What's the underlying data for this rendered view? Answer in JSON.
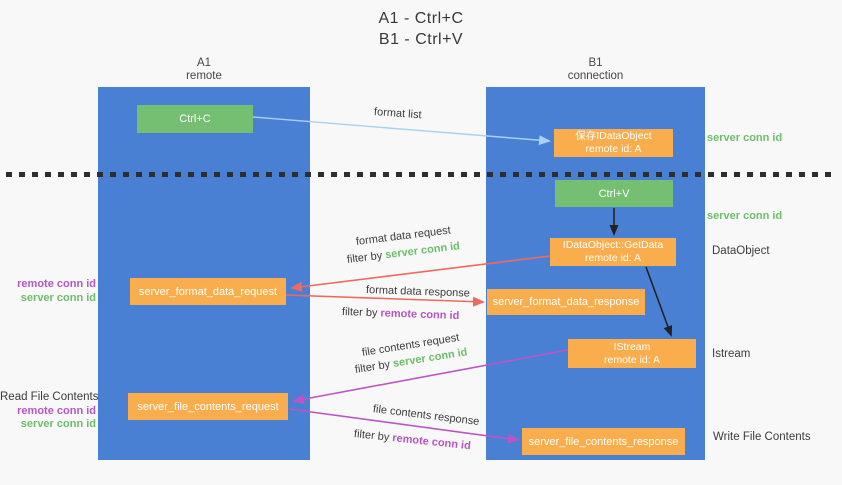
{
  "title": {
    "line1": "A1 - Ctrl+C",
    "line2": "B1 - Ctrl+V"
  },
  "lifelines": {
    "left": {
      "id": "A1",
      "subtitle": "remote"
    },
    "right": {
      "id": "B1",
      "subtitle": "connection"
    }
  },
  "nodes": {
    "ctrl_c": {
      "label": "Ctrl+C"
    },
    "save_idataobject": {
      "line1": "保存IDataObject",
      "line2": "remote id: A"
    },
    "ctrl_v": {
      "label": "Ctrl+V"
    },
    "idataobject_getdata": {
      "line1": "IDataObject::GetData",
      "line2": "remote id: A"
    },
    "server_format_data_request": {
      "label": "server_format_data_request"
    },
    "server_format_data_response": {
      "label": "server_format_data_response"
    },
    "istream": {
      "line1": "IStream",
      "line2": "remote id: A"
    },
    "server_file_contents_request": {
      "label": "server_file_contents_request"
    },
    "server_file_contents_response": {
      "label": "server_file_contents_response"
    }
  },
  "edge_labels": {
    "format_list": "format list",
    "format_data_request": "format data request",
    "format_data_response": "format data response",
    "file_contents_request": "file contents request",
    "file_contents_response": "file contents response",
    "filter_by": "filter by ",
    "server_conn_id": "server conn id",
    "remote_conn_id": "remote conn id"
  },
  "side_labels": {
    "right_server_conn_id_top": "server conn id",
    "right_server_conn_id_mid": "server conn id",
    "dataobject": "DataObject",
    "istream": "Istream",
    "write_file_contents": "Write File Contents",
    "read_file_contents": "Read File Contents",
    "format_remote_conn_id": "remote conn id",
    "format_server_conn_id": "server conn id",
    "file_remote_conn_id": "remote conn id",
    "file_server_conn_id": "server conn id"
  },
  "colors": {
    "lifeline_blue": "#4A80D4",
    "node_green": "#74BF71",
    "node_orange": "#F9AD4D",
    "arrow_red": "#EC6A60",
    "arrow_magenta": "#BC55C5",
    "arrow_light_blue": "#A8D2F0",
    "arrow_black": "#222222",
    "text_green": "#6CBE6C",
    "text_purple": "#B656C6",
    "text_dark": "#3C3C3C",
    "background": "#F8F8F8"
  }
}
